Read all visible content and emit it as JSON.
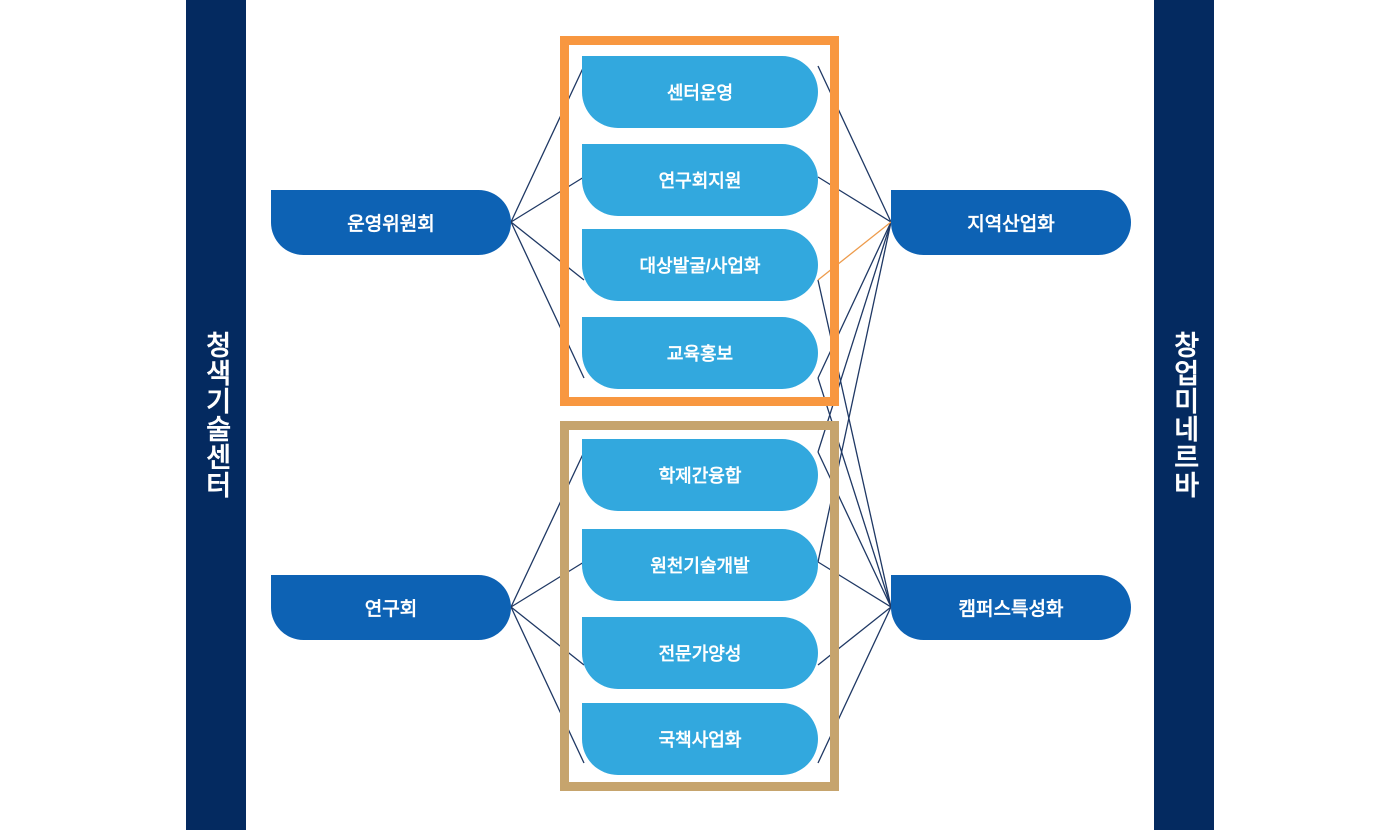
{
  "sidebars": {
    "left": {
      "label": "청색기술센터",
      "color": "#042A60"
    },
    "right": {
      "label": "창업미네르바",
      "color": "#042A60"
    }
  },
  "main_nodes": [
    {
      "id": "steering",
      "label": "운영위원회",
      "side": "left",
      "row": "top"
    },
    {
      "id": "research",
      "label": "연구회",
      "side": "left",
      "row": "bottom"
    },
    {
      "id": "regional",
      "label": "지역산업화",
      "side": "right",
      "row": "top"
    },
    {
      "id": "campus",
      "label": "캠퍼스특성화",
      "side": "right",
      "row": "bottom"
    }
  ],
  "groups": [
    {
      "id": "top",
      "border_color": "#F89740",
      "items": [
        {
          "id": "center-op",
          "label": "센터운영"
        },
        {
          "id": "society-sup",
          "label": "연구회지원"
        },
        {
          "id": "target-biz",
          "label": "대상발굴/사업화"
        },
        {
          "id": "edu-pr",
          "label": "교육홍보"
        }
      ]
    },
    {
      "id": "bottom",
      "border_color": "#C6A46D",
      "items": [
        {
          "id": "interdisc",
          "label": "학제간융합"
        },
        {
          "id": "core-tech",
          "label": "원천기술개발"
        },
        {
          "id": "expert",
          "label": "전문가양성"
        },
        {
          "id": "national",
          "label": "국책사업화"
        }
      ]
    }
  ],
  "colors": {
    "background": "#FFFFFF",
    "sidebar": "#042A60",
    "main_node": "#0D62B4",
    "sub_node": "#32A8DE",
    "group_top_border": "#F89740",
    "group_bottom_border": "#C6A46D",
    "connector": "#1F3864",
    "connector_highlight": "#ED9B4C"
  }
}
